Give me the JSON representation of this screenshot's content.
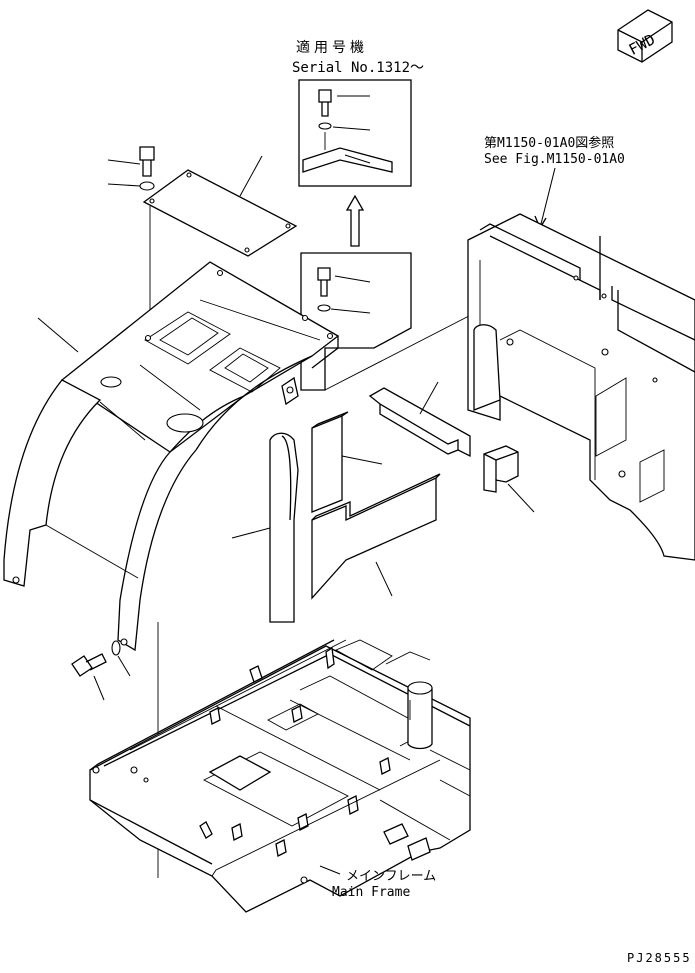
{
  "applicable_serial": {
    "label_jp": "適用号機",
    "label_en": "Serial No.1312～"
  },
  "reference": {
    "label_jp": "第M1150-01A0図参照",
    "label_en": "See Fig.M1150-01A0"
  },
  "main_frame": {
    "label_jp": "メインフレーム",
    "label_en": "Main Frame"
  },
  "fwd_badge": "FWD",
  "figure_code": "PJ28555",
  "colors": {
    "ink": "#000000",
    "paper": "#ffffff"
  }
}
